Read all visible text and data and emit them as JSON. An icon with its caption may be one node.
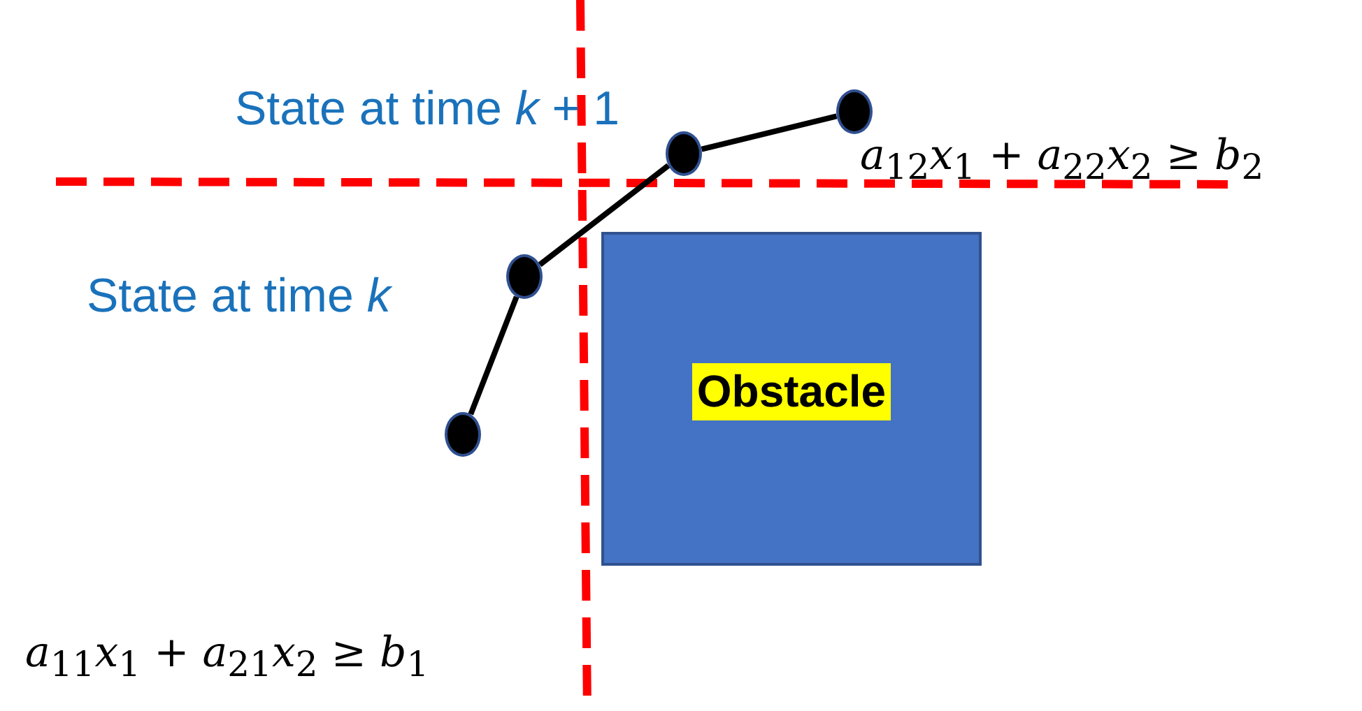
{
  "diagram": {
    "nodes": [
      {
        "text": [
          "Obstacle"
        ]
      },
      {
        "text": [],
        "shape": "circle"
      },
      {
        "text": [],
        "shape": "circle"
      },
      {
        "text": [],
        "shape": "circle"
      },
      {
        "text": [],
        "shape": "circle"
      }
    ],
    "edges": [
      {
        "from": 1,
        "to": 2,
        "arrow": "none"
      },
      {
        "from": 2,
        "to": 3,
        "arrow": "none"
      },
      {
        "from": 3,
        "to": 4,
        "arrow": "none"
      }
    ],
    "labels": [
      "State at time *k* + 1",
      "*a*$_{12}$*x*$_{1}$ + *a*$_{22}$*x*$_{2}$ ≥ *b*$_{2}$",
      "State at time *k*",
      "*a*$_{11}$*x*$_{1}$ + *a*$_{21}$*x*$_{2}$ ≥ *b*$_{1}$"
    ]
  }
}
